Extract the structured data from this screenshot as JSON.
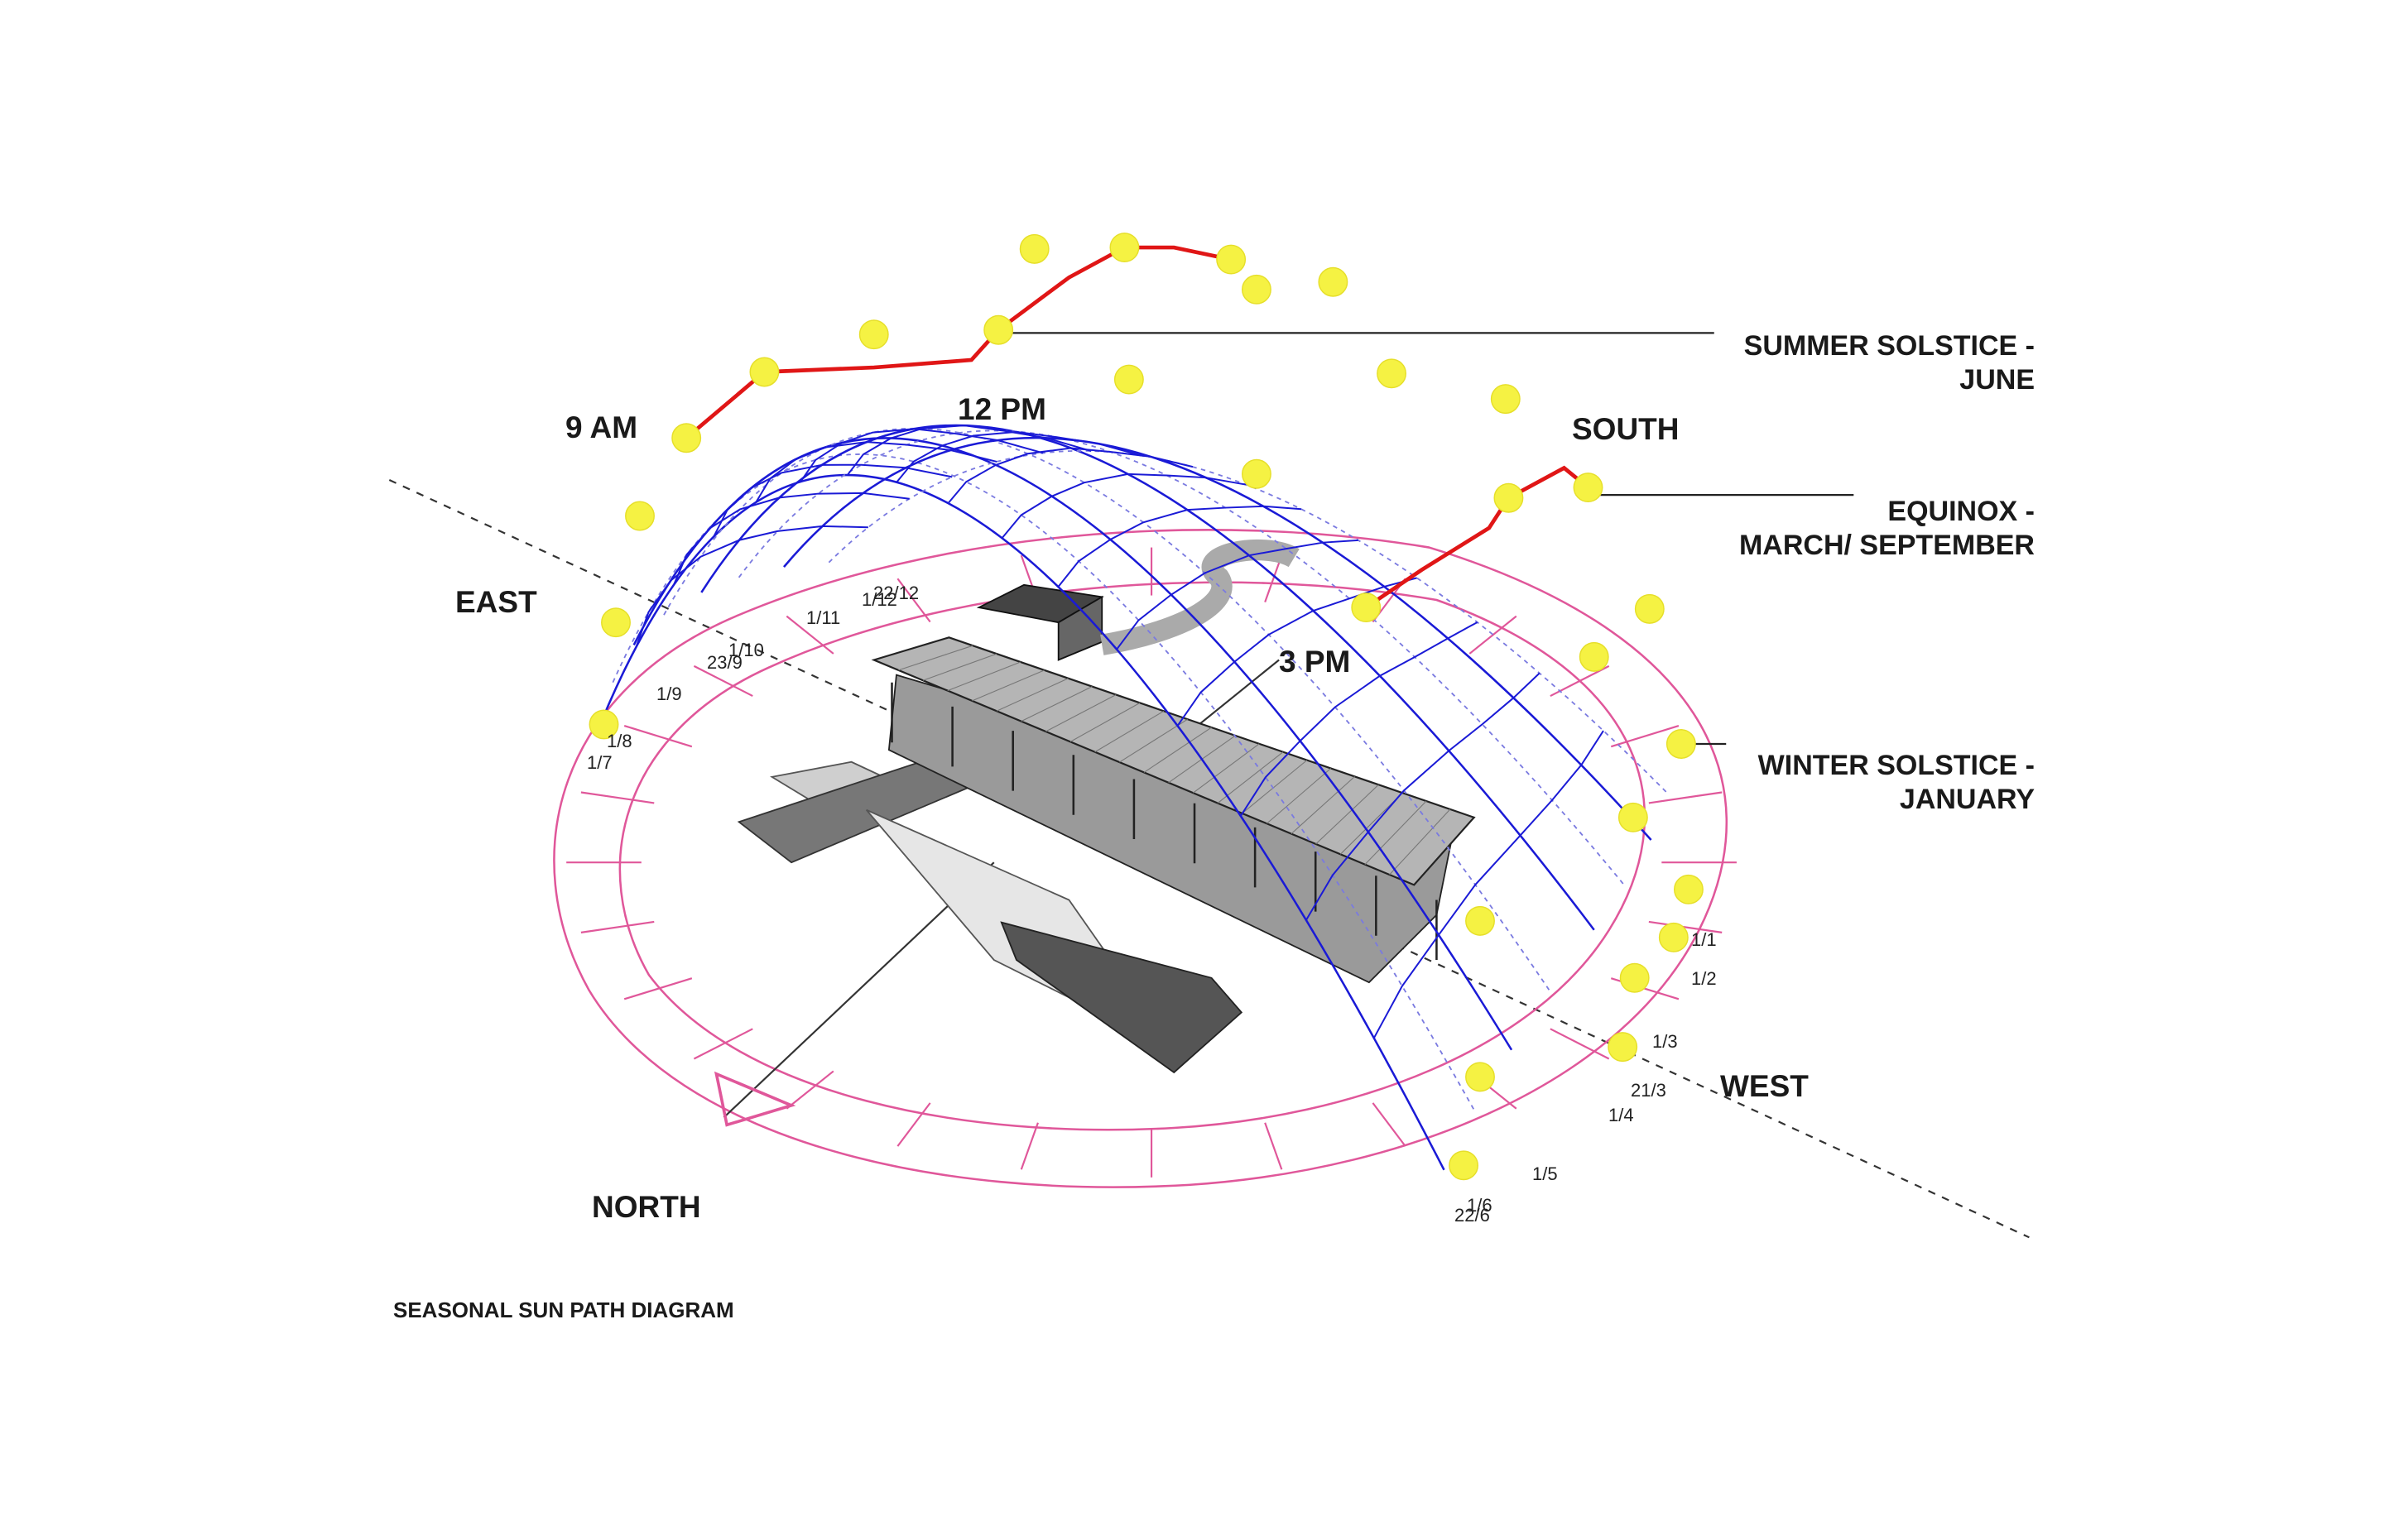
{
  "colors": {
    "background": "#ffffff",
    "sun_path_grid": "#1a1ad6",
    "sun_path_dotted": "#7a7ae0",
    "highlight_path": "#e01616",
    "sun_marker": "#f5f243",
    "horizon_ring": "#e0579a",
    "axis_line": "#333333",
    "label_text": "#1a1a1a"
  },
  "labels": {
    "nine_am": "9 AM",
    "twelve_pm": "12 PM",
    "three_pm": "3 PM",
    "east": "EAST",
    "south": "SOUTH",
    "west": "WEST",
    "north": "NORTH"
  },
  "callouts": {
    "summer_line1": "SUMMER SOLSTICE -",
    "summer_line2": "JUNE",
    "equinox_line1": "EQUINOX -",
    "equinox_line2": "MARCH/ SEPTEMBER",
    "winter_line1": "WINTER SOLSTICE -",
    "winter_line2": "JANUARY"
  },
  "caption": "SEASONAL SUN PATH DIAGRAM",
  "date_tags": {
    "d_1_7": "1/7",
    "d_1_8": "1/8",
    "d_1_9": "1/9",
    "d_1_10": "1/10",
    "d_23_9": "23/9",
    "d_1_11": "1/11",
    "d_1_12": "1/12",
    "d_22_12": "22/12",
    "d_1_1": "1/1",
    "d_1_2": "1/2",
    "d_1_3": "1/3",
    "d_21_3": "21/3",
    "d_1_4": "1/4",
    "d_1_5": "1/5",
    "d_1_6": "1/6",
    "d_22_6": "22/6"
  },
  "icons": {
    "north_marker": "triangle-icon",
    "sun": "sun-dot-icon"
  }
}
